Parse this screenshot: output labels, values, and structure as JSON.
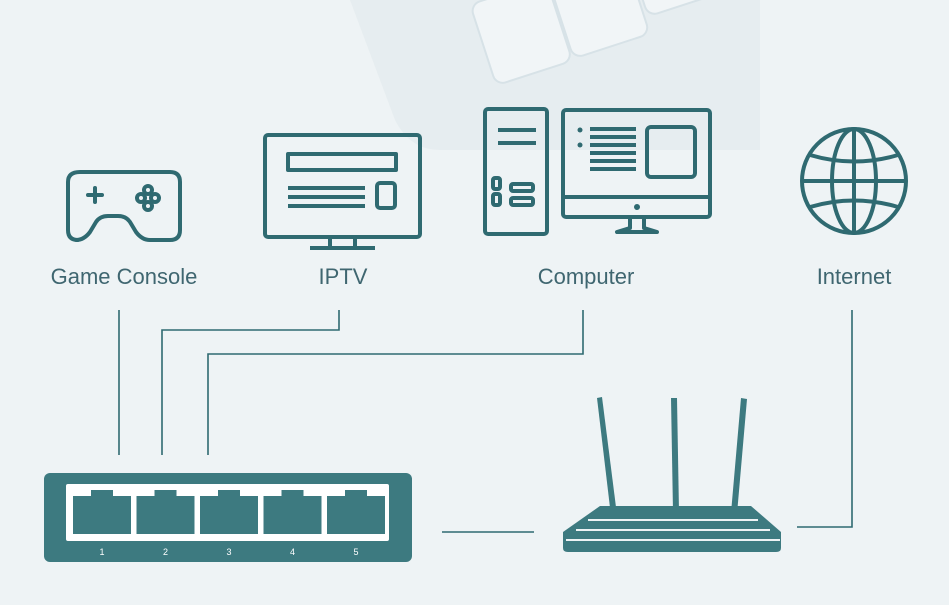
{
  "devices": [
    {
      "key": "game_console",
      "label": "Game Console",
      "icon": "gamepad-icon"
    },
    {
      "key": "iptv",
      "label": "IPTV",
      "icon": "tv-icon"
    },
    {
      "key": "computer",
      "label": "Computer",
      "icon": "desktop-computer-icon"
    },
    {
      "key": "internet",
      "label": "Internet",
      "icon": "globe-icon"
    }
  ],
  "switch": {
    "icon": "network-switch-icon",
    "port_labels": [
      "1",
      "2",
      "3",
      "4",
      "5"
    ]
  },
  "router": {
    "icon": "wireless-router-icon"
  },
  "colors": {
    "primary": "#3d7a80",
    "line": "#2f6a71",
    "text": "#3f6670",
    "background": "#eef3f5",
    "keyboard": "#e7eef1"
  }
}
